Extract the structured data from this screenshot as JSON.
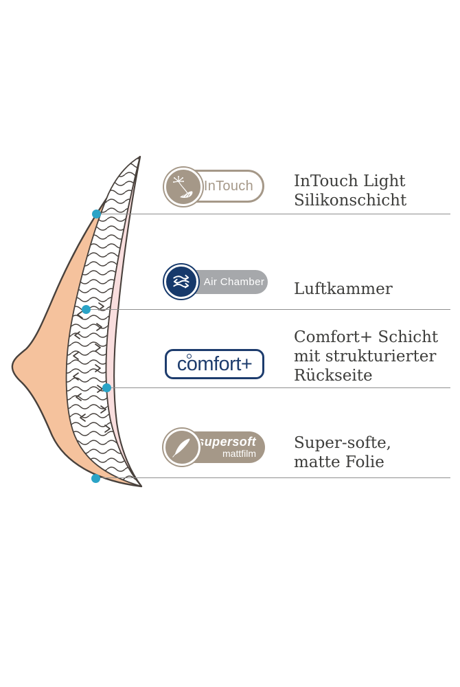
{
  "colors": {
    "taupe": "#a59888",
    "gray_pill": "#a6a8ab",
    "navy": "#16396b",
    "silicone_peach": "#f5c29d",
    "back_layer_pink": "#f9dede",
    "outline": "#48413c",
    "marker_teal": "#2aa3c6",
    "text": "#3d3d3b",
    "connector_line": "#8e8e8e"
  },
  "layers": [
    {
      "badge": {
        "label": "InTouch",
        "icon": "dandelion-icon",
        "variant": "outline-taupe"
      },
      "description": [
        "InTouch Light",
        "Silikonschicht"
      ]
    },
    {
      "badge": {
        "label": "Air Chamber",
        "icon": "air-waves-icon",
        "variant": "solid-gray"
      },
      "description": [
        "Luftkammer"
      ]
    },
    {
      "badge": {
        "label": "comfort+",
        "icon": "degree-ring-icon",
        "variant": "outline-navy"
      },
      "description": [
        "Comfort+ Schicht",
        "mit strukturierter",
        "Rückseite"
      ]
    },
    {
      "badge": {
        "label": "supersoft",
        "sublabel": "mattfilm",
        "icon": "feather-icon",
        "variant": "solid-taupe"
      },
      "description": [
        "Super-softe,",
        "matte Folie"
      ]
    }
  ]
}
